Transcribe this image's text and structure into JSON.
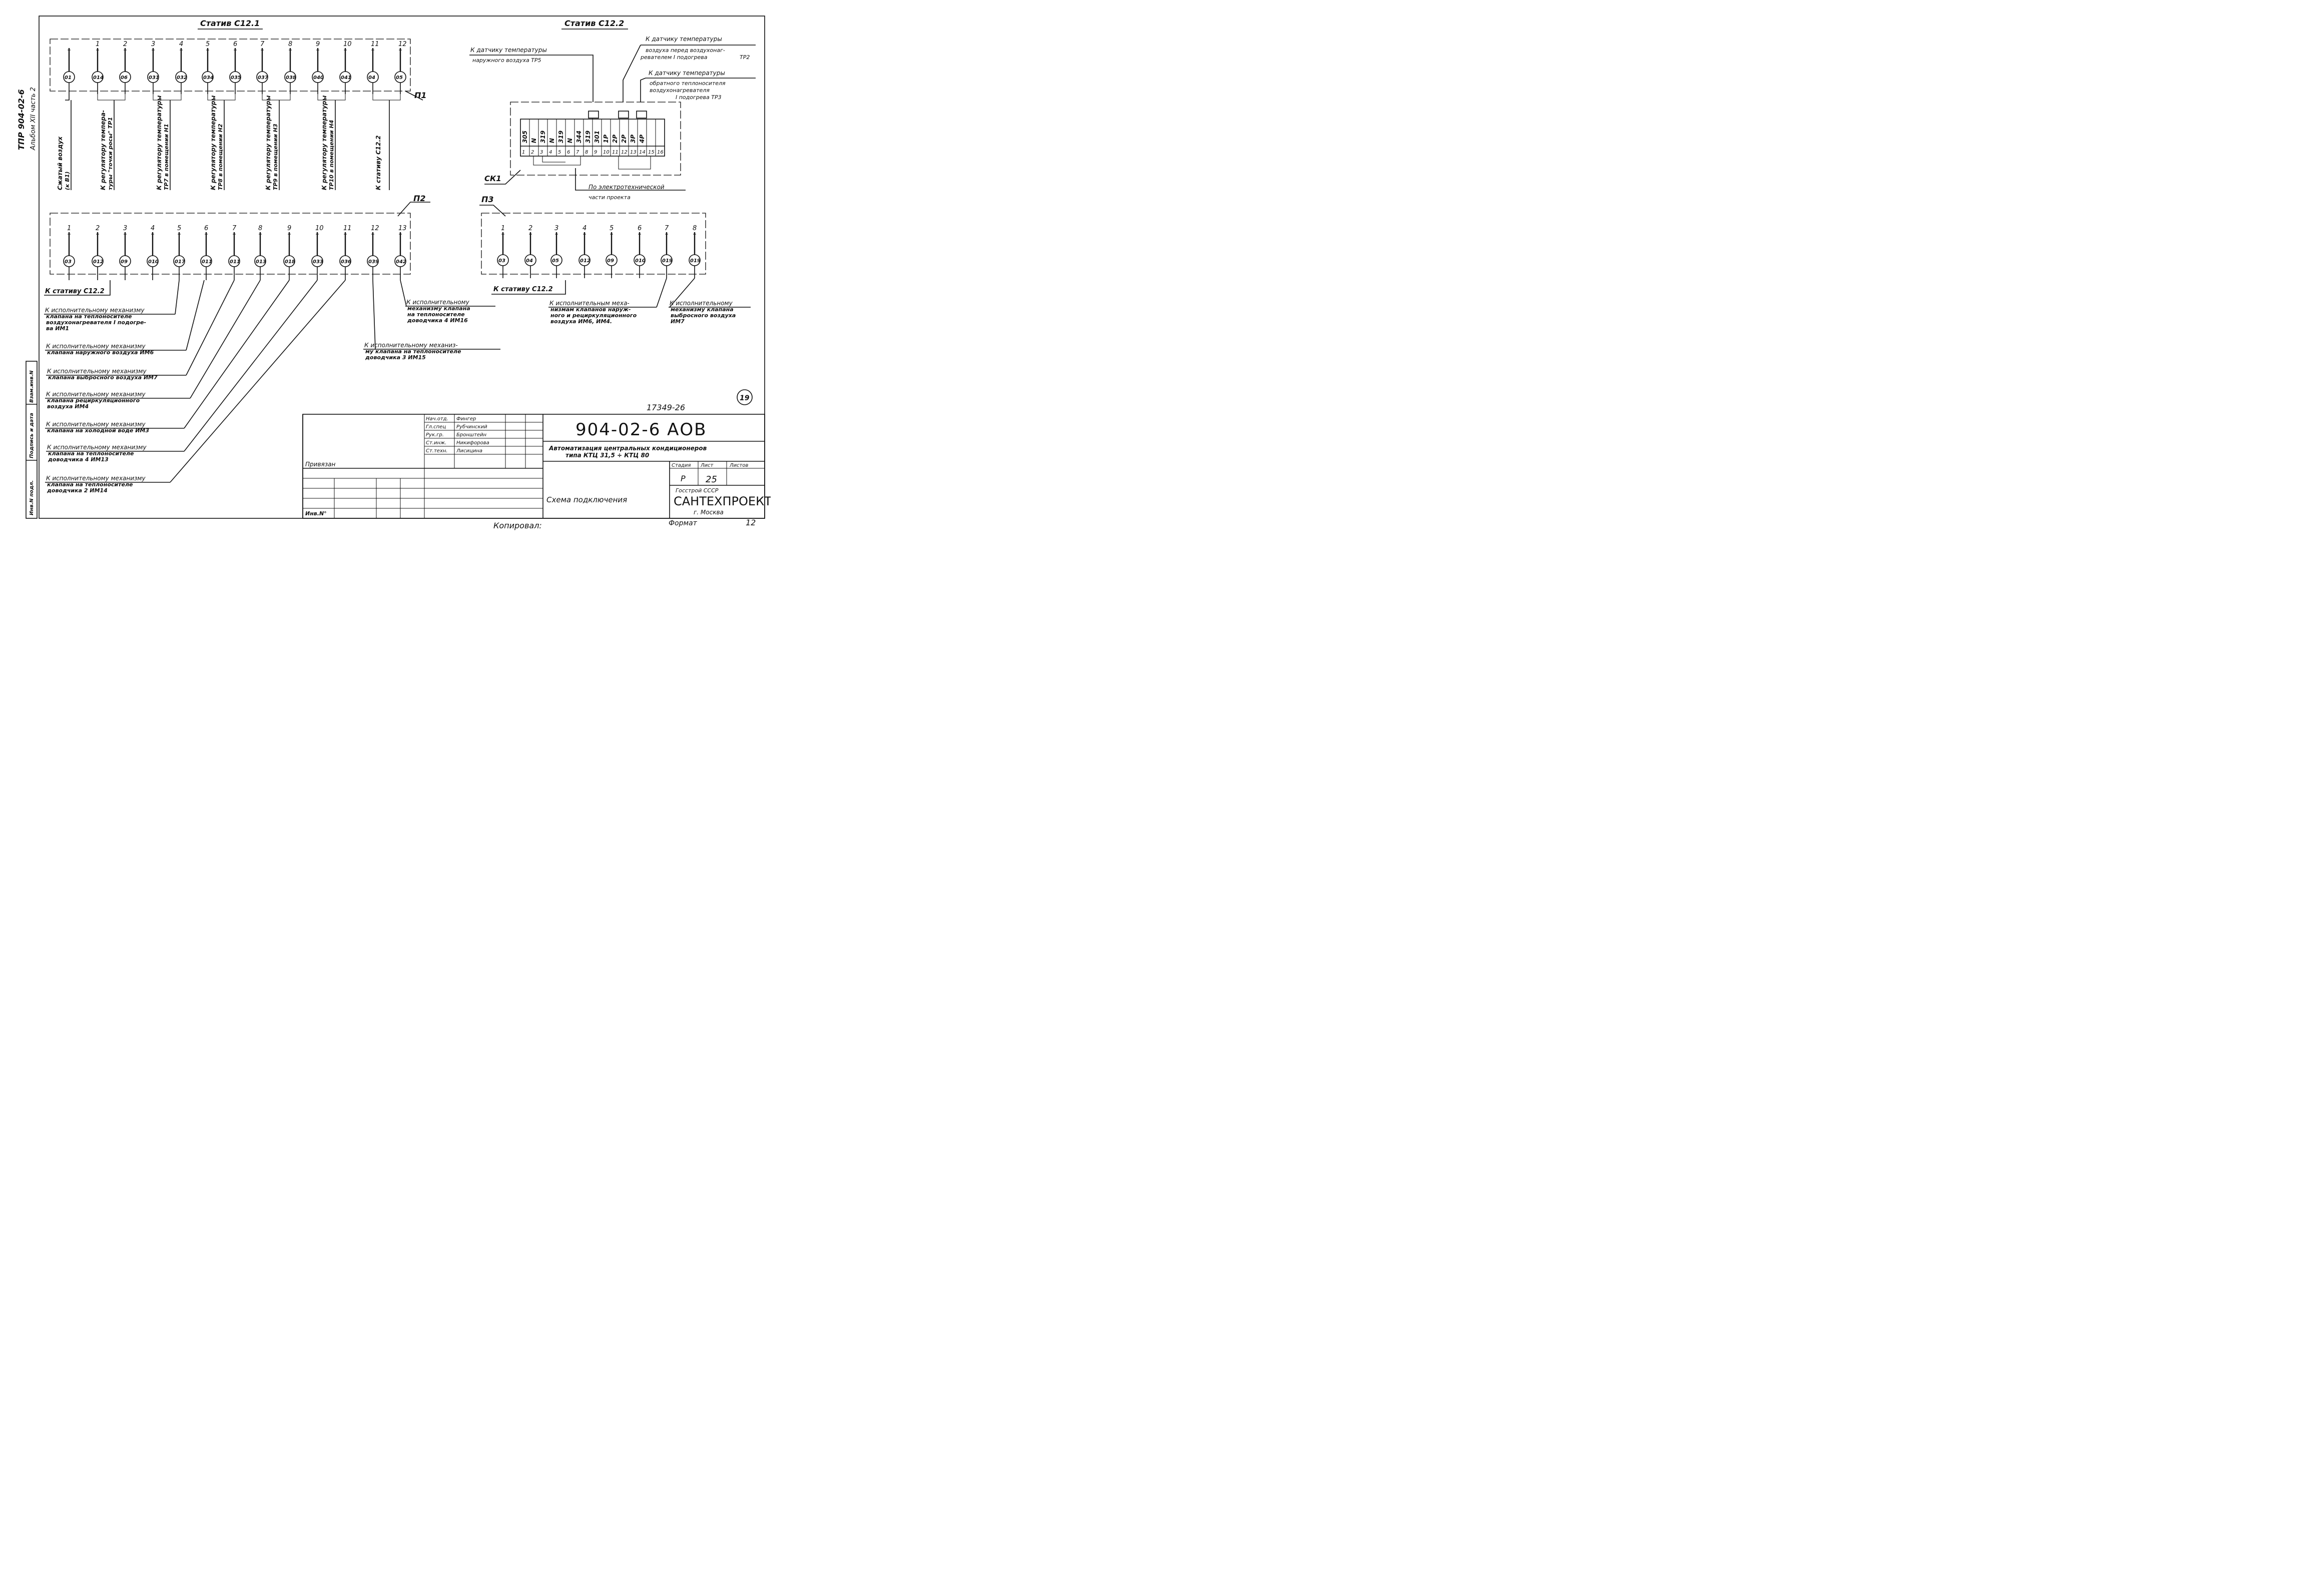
{
  "frame": {
    "side_text_1": "ТПР 904-02-6",
    "side_text_2": "Альбом XII часть 2"
  },
  "margin_column": {
    "vzam": "Взам.инв.N",
    "podpis": "Подпись и дата",
    "inv_podl": "Инв.N подл."
  },
  "stand_1": {
    "title": "Статив С12.1",
    "board_label": "П1",
    "terminals": [
      {
        "num": "",
        "circle": "01"
      },
      {
        "num": "1",
        "circle": "014"
      },
      {
        "num": "2",
        "circle": "06"
      },
      {
        "num": "3",
        "circle": "031"
      },
      {
        "num": "4",
        "circle": "032"
      },
      {
        "num": "5",
        "circle": "034"
      },
      {
        "num": "6",
        "circle": "035"
      },
      {
        "num": "7",
        "circle": "037"
      },
      {
        "num": "8",
        "circle": "038"
      },
      {
        "num": "9",
        "circle": "040"
      },
      {
        "num": "10",
        "circle": "041"
      },
      {
        "num": "11",
        "circle": "04"
      },
      {
        "num": "12",
        "circle": "05"
      }
    ],
    "vertical_labels": [
      {
        "l1": "Сжатый воздух",
        "l2": "(к В1)"
      },
      {
        "l1": "К регулятору темпера-",
        "l2": "туры \"точки росы\" ТР1"
      },
      {
        "l1": "К регулятору температуры",
        "l2": "ТР7 в помещении Н1"
      },
      {
        "l1": "К регулятору температуры",
        "l2": "ТР8 в помещении Н2"
      },
      {
        "l1": "К регулятору температуры",
        "l2": "ТР9 в помещении Н3"
      },
      {
        "l1": "К регулятору температуры",
        "l2": "ТР10 в помещении Н4"
      },
      {
        "l1": "К стативу С12.2",
        "l2": ""
      }
    ]
  },
  "stand_2": {
    "title": "Статив С12.2",
    "sensor_1": {
      "l1": "К датчику температуры",
      "l2": "наружного воздуха ТР5"
    },
    "sensor_2": {
      "l1": "К датчику температуры",
      "l2": "воздуха перед воздухонаг-",
      "l3": "ревателем I подогрева",
      "l4": "ТР2"
    },
    "sensor_3": {
      "l1": "К датчику температуры",
      "l2": "обратного теплоносителя",
      "l3": "воздухонагревателя",
      "l4": "I подогрева ТР3"
    },
    "cabinet_label": "СК1",
    "electro_1": "По электротехнической",
    "electro_2": "части проекта",
    "terminal_codes": [
      "305",
      "N",
      "319",
      "N",
      "319",
      "N",
      "344",
      "319",
      "301",
      "1Р",
      "2Р",
      "2Р",
      "3Р",
      "4Р"
    ],
    "terminal_numbers": [
      "1",
      "2",
      "3",
      "4",
      "5",
      "6",
      "7",
      "8",
      "9",
      "10",
      "11",
      "12",
      "13",
      "14",
      "15",
      "16"
    ]
  },
  "board_2": {
    "label": "П2",
    "terminals": [
      {
        "num": "1",
        "circle": "03"
      },
      {
        "num": "2",
        "circle": "012"
      },
      {
        "num": "3",
        "circle": "09"
      },
      {
        "num": "4",
        "circle": "010"
      },
      {
        "num": "5",
        "circle": "017"
      },
      {
        "num": "6",
        "circle": "011"
      },
      {
        "num": "7",
        "circle": "011"
      },
      {
        "num": "8",
        "circle": "013"
      },
      {
        "num": "9",
        "circle": "018"
      },
      {
        "num": "10",
        "circle": "033"
      },
      {
        "num": "11",
        "circle": "036"
      },
      {
        "num": "12",
        "circle": "039"
      },
      {
        "num": "13",
        "circle": "042"
      }
    ],
    "to_stand": "К стативу С12.2"
  },
  "board_3": {
    "label": "П3",
    "terminals": [
      {
        "num": "1",
        "circle": "03"
      },
      {
        "num": "2",
        "circle": "04"
      },
      {
        "num": "3",
        "circle": "05"
      },
      {
        "num": "4",
        "circle": "012"
      },
      {
        "num": "5",
        "circle": "09"
      },
      {
        "num": "6",
        "circle": "010"
      },
      {
        "num": "7",
        "circle": "019"
      },
      {
        "num": "8",
        "circle": "019"
      }
    ],
    "to_stand": "К стативу С12.2"
  },
  "annotations_left": [
    {
      "l1": "К исполнительному механизму",
      "l2": "клапана на теплоносителе",
      "l3": "воздухонагревателя I подогре-",
      "l4": "ва ИМ1"
    },
    {
      "l1": "К исполнительному механизму",
      "l2": "клапана наружного воздуха ИМ6",
      "l3": "",
      "l4": ""
    },
    {
      "l1": "К исполнительному механизму",
      "l2": "клапана выбросного воздуха ИМ7",
      "l3": "",
      "l4": ""
    },
    {
      "l1": "К исполнительному механизму",
      "l2": "клапана рециркуляционного",
      "l3": "воздуха ИМ4",
      "l4": ""
    },
    {
      "l1": "К исполнительному механизму",
      "l2": "клапана на холодной воде ИМ3",
      "l3": "",
      "l4": ""
    },
    {
      "l1": "К исполнительному механизму",
      "l2": "клапана на теплоносителе",
      "l3": "доводчика 4 ИМ13",
      "l4": ""
    },
    {
      "l1": "К исполнительному механизму",
      "l2": "клапана на теплоносителе",
      "l3": "доводчика 2 ИМ14",
      "l4": ""
    }
  ],
  "annotations_mid": [
    {
      "l1": "К исполнительному",
      "l2": "механизму клапана",
      "l3": "на теплоносителе",
      "l4": "доводчика 4 ИМ16"
    },
    {
      "l1": "К исполнительному механиз-",
      "l2": "му клапана на теплоносителе",
      "l3": "доводчика 3 ИМ15",
      "l4": ""
    }
  ],
  "annotations_right": [
    {
      "l1": "К исполнительным меха-",
      "l2": "низмам клапанов наруж-",
      "l3": "ного и рециркуляционного",
      "l4": "воздуха ИМ6, ИМ4."
    },
    {
      "l1": "К исполнительному",
      "l2": "механизму клапана",
      "l3": "выбросного воздуха",
      "l4": "ИМ7"
    }
  ],
  "stamp": {
    "sheet_circle": "19",
    "code_number": "17349-26",
    "designation": "904-02-6 АОВ",
    "desc_1": "Автоматизация центральных кондиционеров",
    "desc_2": "типа КТЦ 31,5 ÷ КТЦ 80",
    "doc_title": "Схема подключения",
    "privyazan": "Привязан",
    "inv_n": "Инв.N°",
    "people": [
      {
        "role": "Нач.отд.",
        "name": "Фингер"
      },
      {
        "role": "Гл.спец",
        "name": "Рубчинский"
      },
      {
        "role": "Рук.гр.",
        "name": "Бронштейн"
      },
      {
        "role": "Ст.инж.",
        "name": "Никифорова"
      },
      {
        "role": "Ст.техн.",
        "name": "Лисицина"
      }
    ],
    "stage_h": "Стадия",
    "sheet_h": "Лист",
    "sheets_h": "Листов",
    "stage": "Р",
    "sheet": "25",
    "org_1": "Госстрой СССР",
    "org_2": "САНТЕХПРОЕКТ",
    "org_3": "г. Москва",
    "copied_label": "Копировал:",
    "format_label": "Формат",
    "format_value": "12"
  }
}
